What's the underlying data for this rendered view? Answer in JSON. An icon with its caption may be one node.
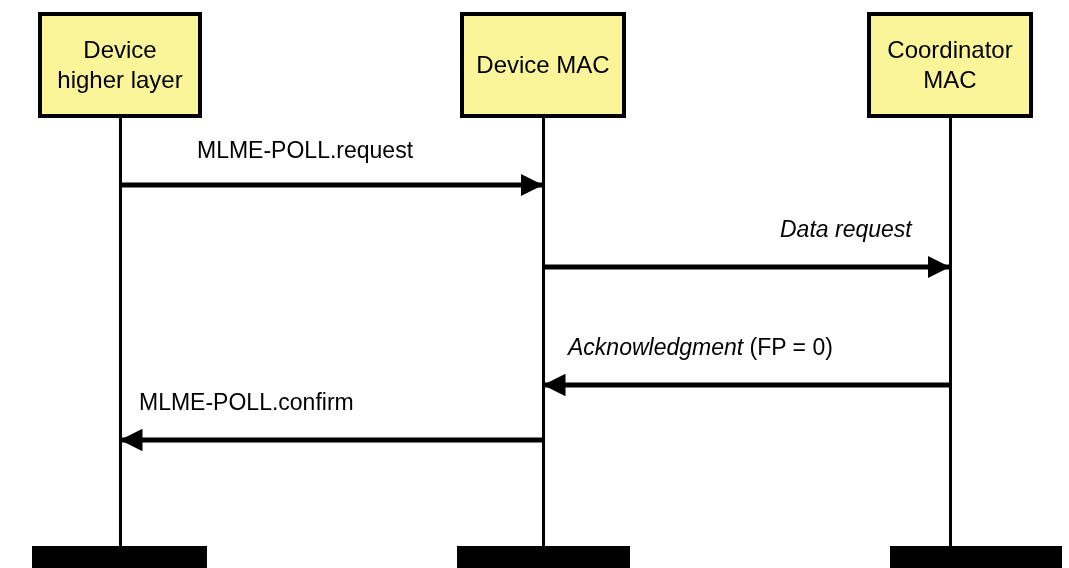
{
  "diagram": {
    "nodes": [
      {
        "text": [
          "Device higher layer"
        ]
      },
      {
        "text": [
          "Device MAC"
        ]
      },
      {
        "text": [
          "Coordinator MAC"
        ]
      }
    ],
    "edges": [
      {
        "from": 0,
        "to": 1,
        "arrow": "to",
        "label": "MLME-POLL.request"
      },
      {
        "from": 1,
        "to": 2,
        "arrow": "to",
        "label": "Data request"
      },
      {
        "from": 2,
        "to": 1,
        "arrow": "to",
        "label": "*Acknowledgment* (FP = 0)"
      },
      {
        "from": 1,
        "to": 0,
        "arrow": "to",
        "label": "MLME-POLL.confirm"
      }
    ]
  }
}
